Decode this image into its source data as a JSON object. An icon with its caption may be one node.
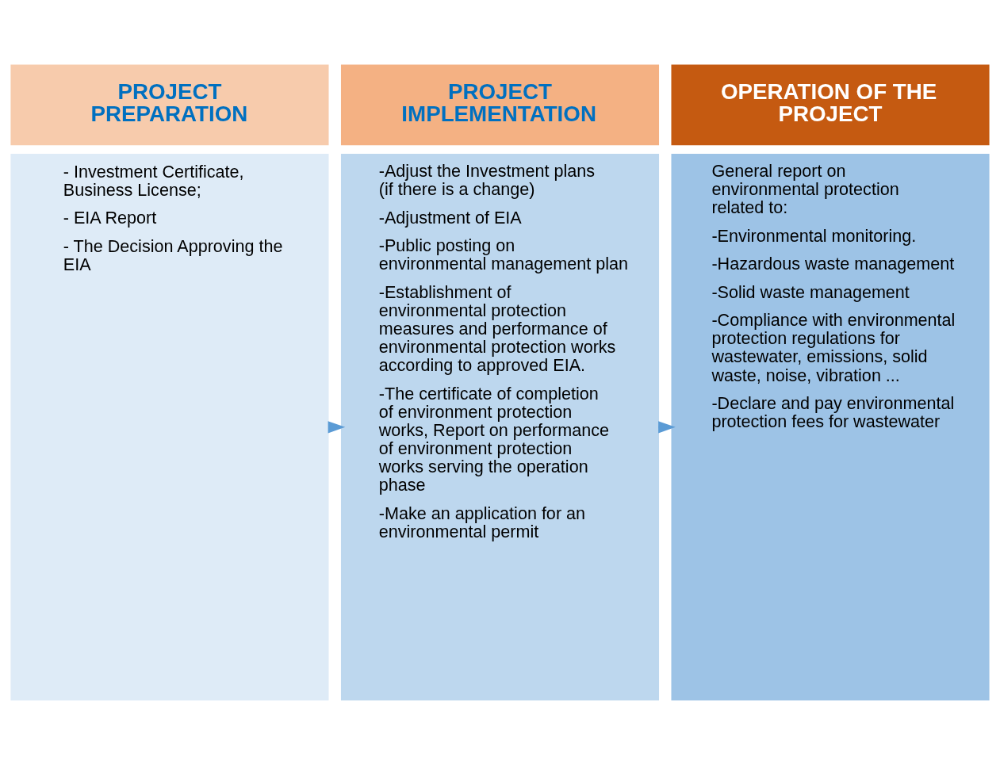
{
  "diagram": {
    "nodes": [
      {
        "text": [
          "PROJECT PREPARATION"
        ]
      },
      {
        "text": [
          "- Investment Certificate, Business License;",
          "- EIA Report",
          "- The Decision Approving the EIA"
        ]
      },
      {
        "text": [
          "PROJECT IMPLEMENTATION"
        ]
      },
      {
        "text": [
          "-Adjust the Investment plans (if there is a change)",
          "-Adjustment of EIA",
          "-Public posting on environmental management plan",
          "-Establishment of environmental protection measures and performance of environmental protection works according to approved EIA.",
          "-The certificate of completion of environment protection works, Report on performance of environment protection works serving the operation phase",
          "-Make an application for an environmental permit"
        ]
      },
      {
        "text": [
          "OPERATION OF THE PROJECT"
        ]
      },
      {
        "text": [
          "General report on environmental protection related to:",
          "-Environmental monitoring.",
          "-Hazardous waste management",
          "-Solid waste management",
          "-Compliance with environmental protection regulations for wastewater, emissions, solid waste, noise, vibration ...",
          "-Declare and pay environmental protection fees for wastewater"
        ]
      }
    ],
    "edges": [
      {
        "from": 1,
        "to": 3,
        "arrow": "to"
      },
      {
        "from": 3,
        "to": 5,
        "arrow": "to"
      }
    ]
  }
}
